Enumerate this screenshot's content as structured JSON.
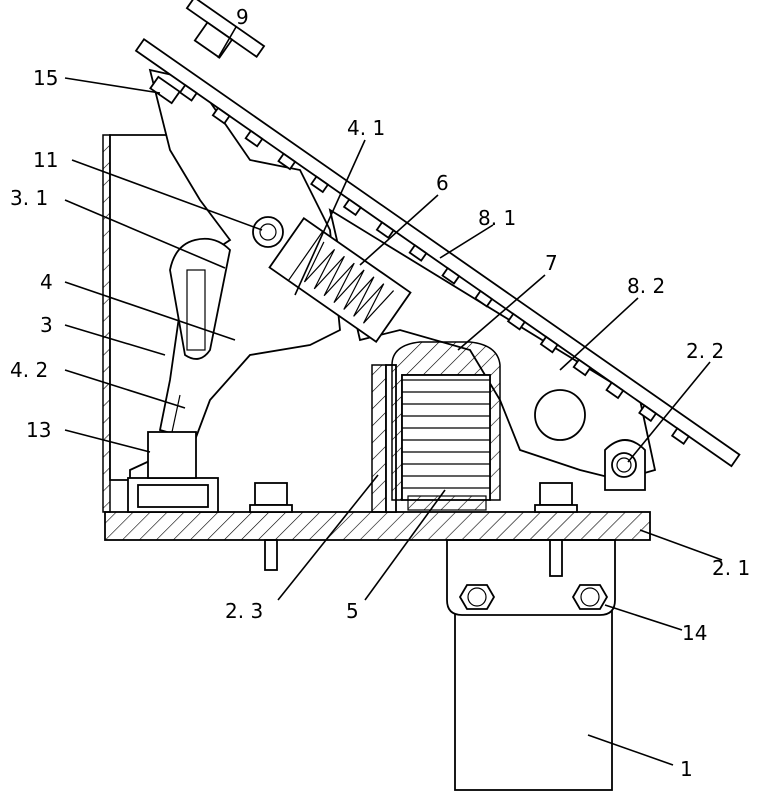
{
  "figure": {
    "labels": {
      "l9": "9",
      "l15": "15",
      "l4_1": "4. 1",
      "l11": "11",
      "l6": "6",
      "l3_1": "3. 1",
      "l8_1": "8. 1",
      "l4": "4",
      "l7": "7",
      "l8_2": "8. 2",
      "l3": "3",
      "l4_2": "4. 2",
      "l2_2": "2. 2",
      "l13": "13",
      "l2_1": "2. 1",
      "l2_3": "2. 3",
      "l5": "5",
      "l14": "14",
      "l1": "1"
    }
  }
}
